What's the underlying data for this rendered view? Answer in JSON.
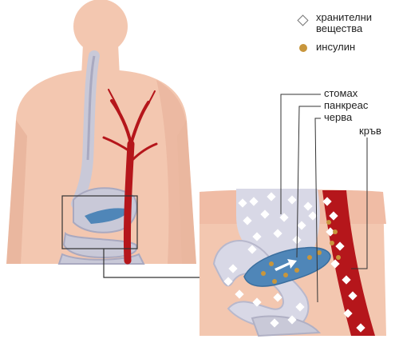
{
  "legend": {
    "nutrients_label_line1": "хранителни",
    "nutrients_label_line2": "вещества",
    "insulin_label": "инсулин",
    "nutrient_color": "#ffffff",
    "insulin_color": "#c8963c"
  },
  "callouts": {
    "stomach": "стомах",
    "pancreas": "панкреас",
    "intestines": "черва",
    "blood": "кръв"
  },
  "colors": {
    "skin": "#f3c7b0",
    "skin_shade": "#e8a892",
    "organ": "#c9c9d8",
    "organ_shade": "#a9a9c0",
    "pancreas": "#4f86b8",
    "blood": "#b5161b",
    "leader_line": "#333333"
  }
}
